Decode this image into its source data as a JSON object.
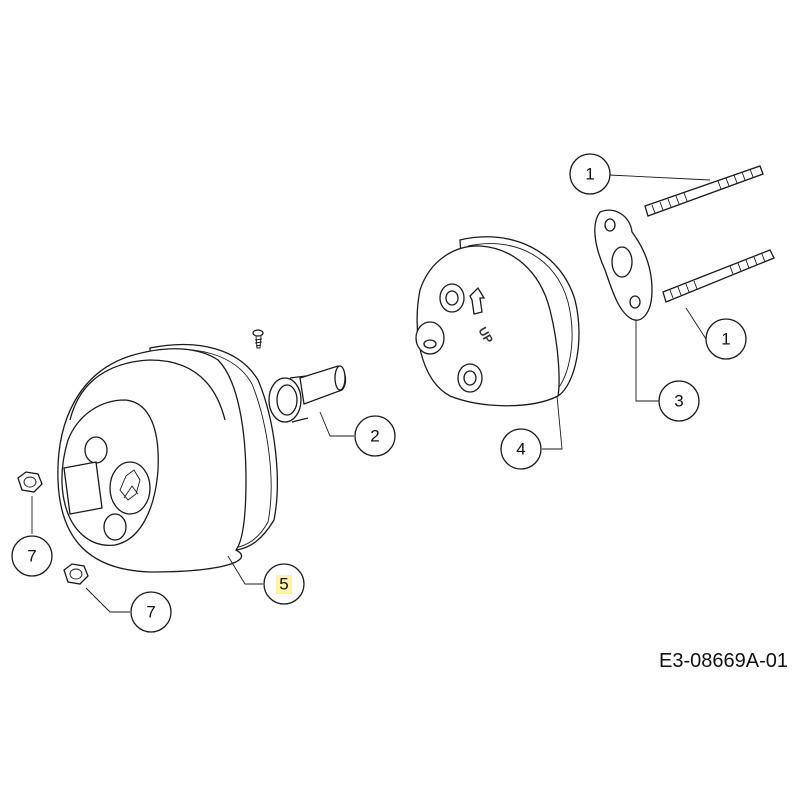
{
  "drawing_code": "E3-08669A-01",
  "callouts": [
    {
      "id": "c1a",
      "label": "1"
    },
    {
      "id": "c1b",
      "label": "1"
    },
    {
      "id": "c2",
      "label": "2"
    },
    {
      "id": "c3",
      "label": "3"
    },
    {
      "id": "c4",
      "label": "4"
    },
    {
      "id": "c5",
      "label": "5",
      "highlight": "#fff59d"
    },
    {
      "id": "c7a",
      "label": "7"
    },
    {
      "id": "c7b",
      "label": "7"
    }
  ],
  "embossed_text": "UP",
  "colors": {
    "line": "#1a1a1a",
    "highlight": "#fff59d"
  }
}
